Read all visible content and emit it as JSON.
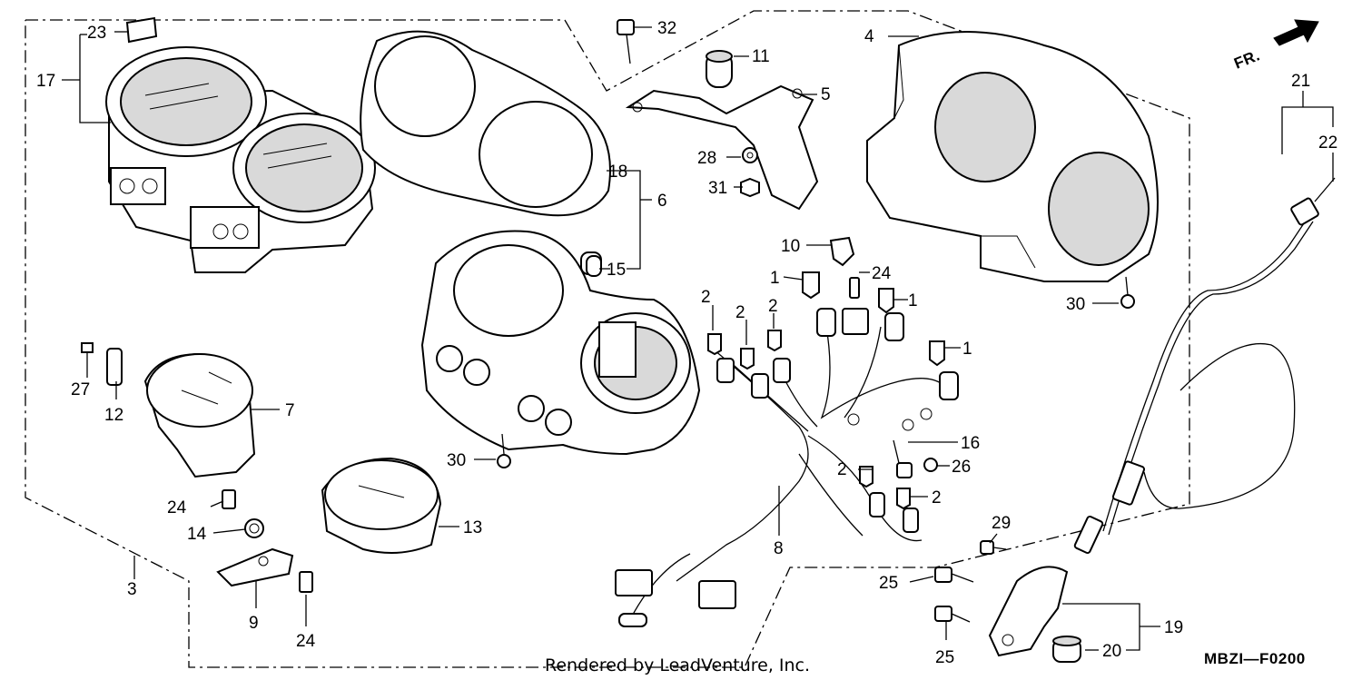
{
  "diagram": {
    "callouts": {
      "c1a": "1",
      "c1b": "1",
      "c1c": "1",
      "c2a": "2",
      "c2b": "2",
      "c2c": "2",
      "c2d": "2",
      "c2e": "2",
      "c3": "3",
      "c4": "4",
      "c5": "5",
      "c6": "6",
      "c7": "7",
      "c8": "8",
      "c9": "9",
      "c10": "10",
      "c11": "11",
      "c12": "12",
      "c13": "13",
      "c14": "14",
      "c15": "15",
      "c16": "16",
      "c17": "17",
      "c18": "18",
      "c19": "19",
      "c20": "20",
      "c21": "21",
      "c22": "22",
      "c23": "23",
      "c24a": "24",
      "c24b": "24",
      "c24c": "24",
      "c25a": "25",
      "c25b": "25",
      "c26": "26",
      "c27": "27",
      "c28": "28",
      "c29": "29",
      "c30a": "30",
      "c30b": "30",
      "c31": "31",
      "c32": "32"
    },
    "front_arrow_label": "FR.",
    "reference_code": "MBZI—F0200",
    "credit": "Rendered by LeadVenture, Inc."
  }
}
